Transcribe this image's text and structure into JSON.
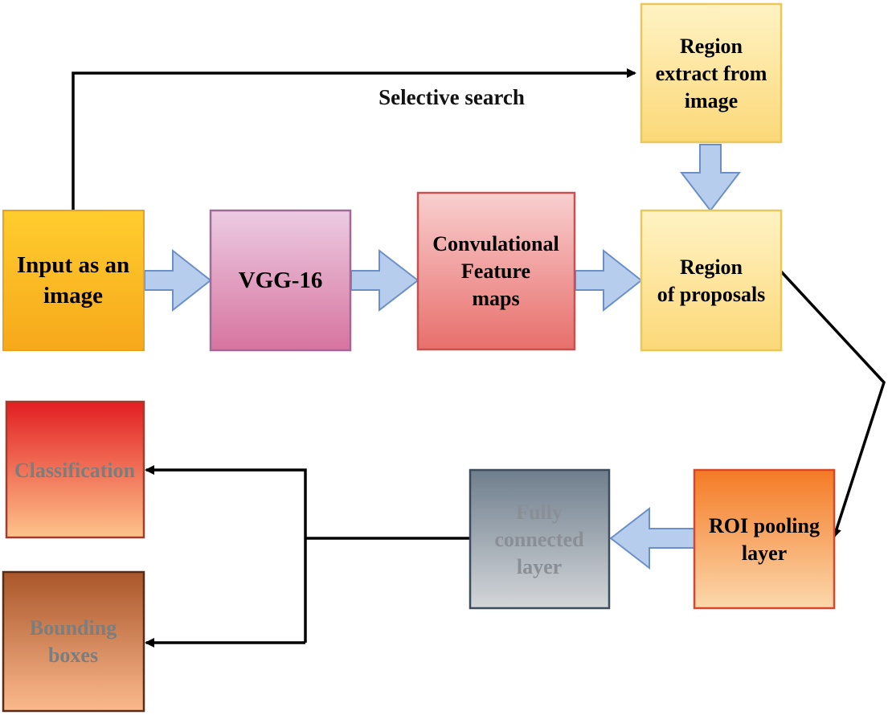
{
  "nodes": {
    "input": {
      "lines": [
        "Input as an",
        "image"
      ],
      "text_color": "#000000"
    },
    "vgg": {
      "lines": [
        "VGG-16"
      ],
      "text_color": "#000000"
    },
    "features": {
      "lines": [
        "Convulational",
        "Feature",
        "maps"
      ],
      "text_color": "#000000"
    },
    "region_extract": {
      "lines": [
        "Region",
        "extract from",
        "image"
      ],
      "text_color": "#000000"
    },
    "region_proposals": {
      "lines": [
        "Region",
        "of proposals"
      ],
      "text_color": "#000000"
    },
    "roi": {
      "lines": [
        "ROI pooling",
        "layer"
      ],
      "text_color": "#000000"
    },
    "fc": {
      "lines": [
        "Fully",
        "connected",
        "layer"
      ],
      "text_color": "#8a8f96"
    },
    "classification": {
      "lines": [
        "Classification"
      ],
      "text_color": "#7d7d7d"
    },
    "bounding": {
      "lines": [
        "Bounding",
        "boxes"
      ],
      "text_color": "#7d7d7d"
    }
  },
  "edges": {
    "selective_search_label": "Selective search"
  },
  "colors": {
    "block_arrow_fill": "#b6cdee",
    "block_arrow_stroke": "#6d8fc7",
    "connector": "#000000"
  }
}
